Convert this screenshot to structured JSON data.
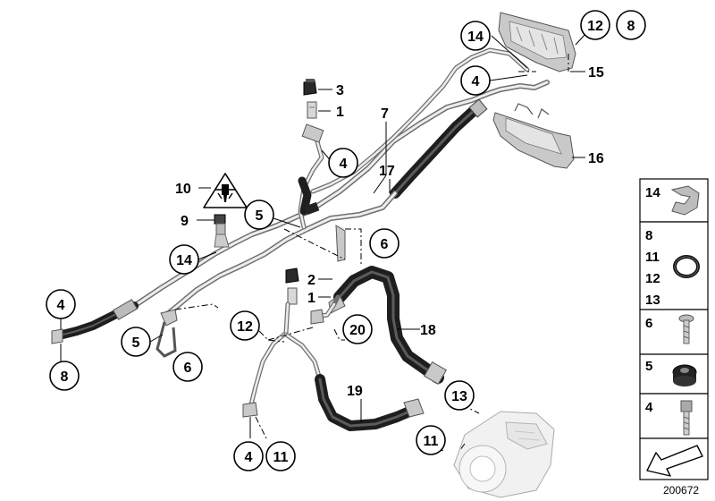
{
  "diagram_number": "200672",
  "callouts": {
    "c14a": "14",
    "c12a": "12",
    "c8a": "8",
    "c15": "15",
    "c4a": "4",
    "c16": "16",
    "c3": "3",
    "c1a": "1",
    "c7": "7",
    "c4b": "4",
    "c17": "17",
    "c10": "10",
    "c9": "9",
    "c5a": "5",
    "c6a": "6",
    "c14b": "14",
    "c2": "2",
    "c1b": "1",
    "c4c": "4",
    "c8b": "8",
    "c12b": "12",
    "c20": "20",
    "c18": "18",
    "c5b": "5",
    "c6b": "6",
    "c19": "19",
    "c13": "13",
    "c11a": "11",
    "c4d": "4",
    "c11b": "11"
  },
  "legend": {
    "r14": "14",
    "r8": "8",
    "r11": "11",
    "r12": "12",
    "r13": "13",
    "r6": "6",
    "r5": "5",
    "r4": "4"
  },
  "icons": [
    "warning-triangle-icon",
    "arrow-down-left-icon"
  ]
}
